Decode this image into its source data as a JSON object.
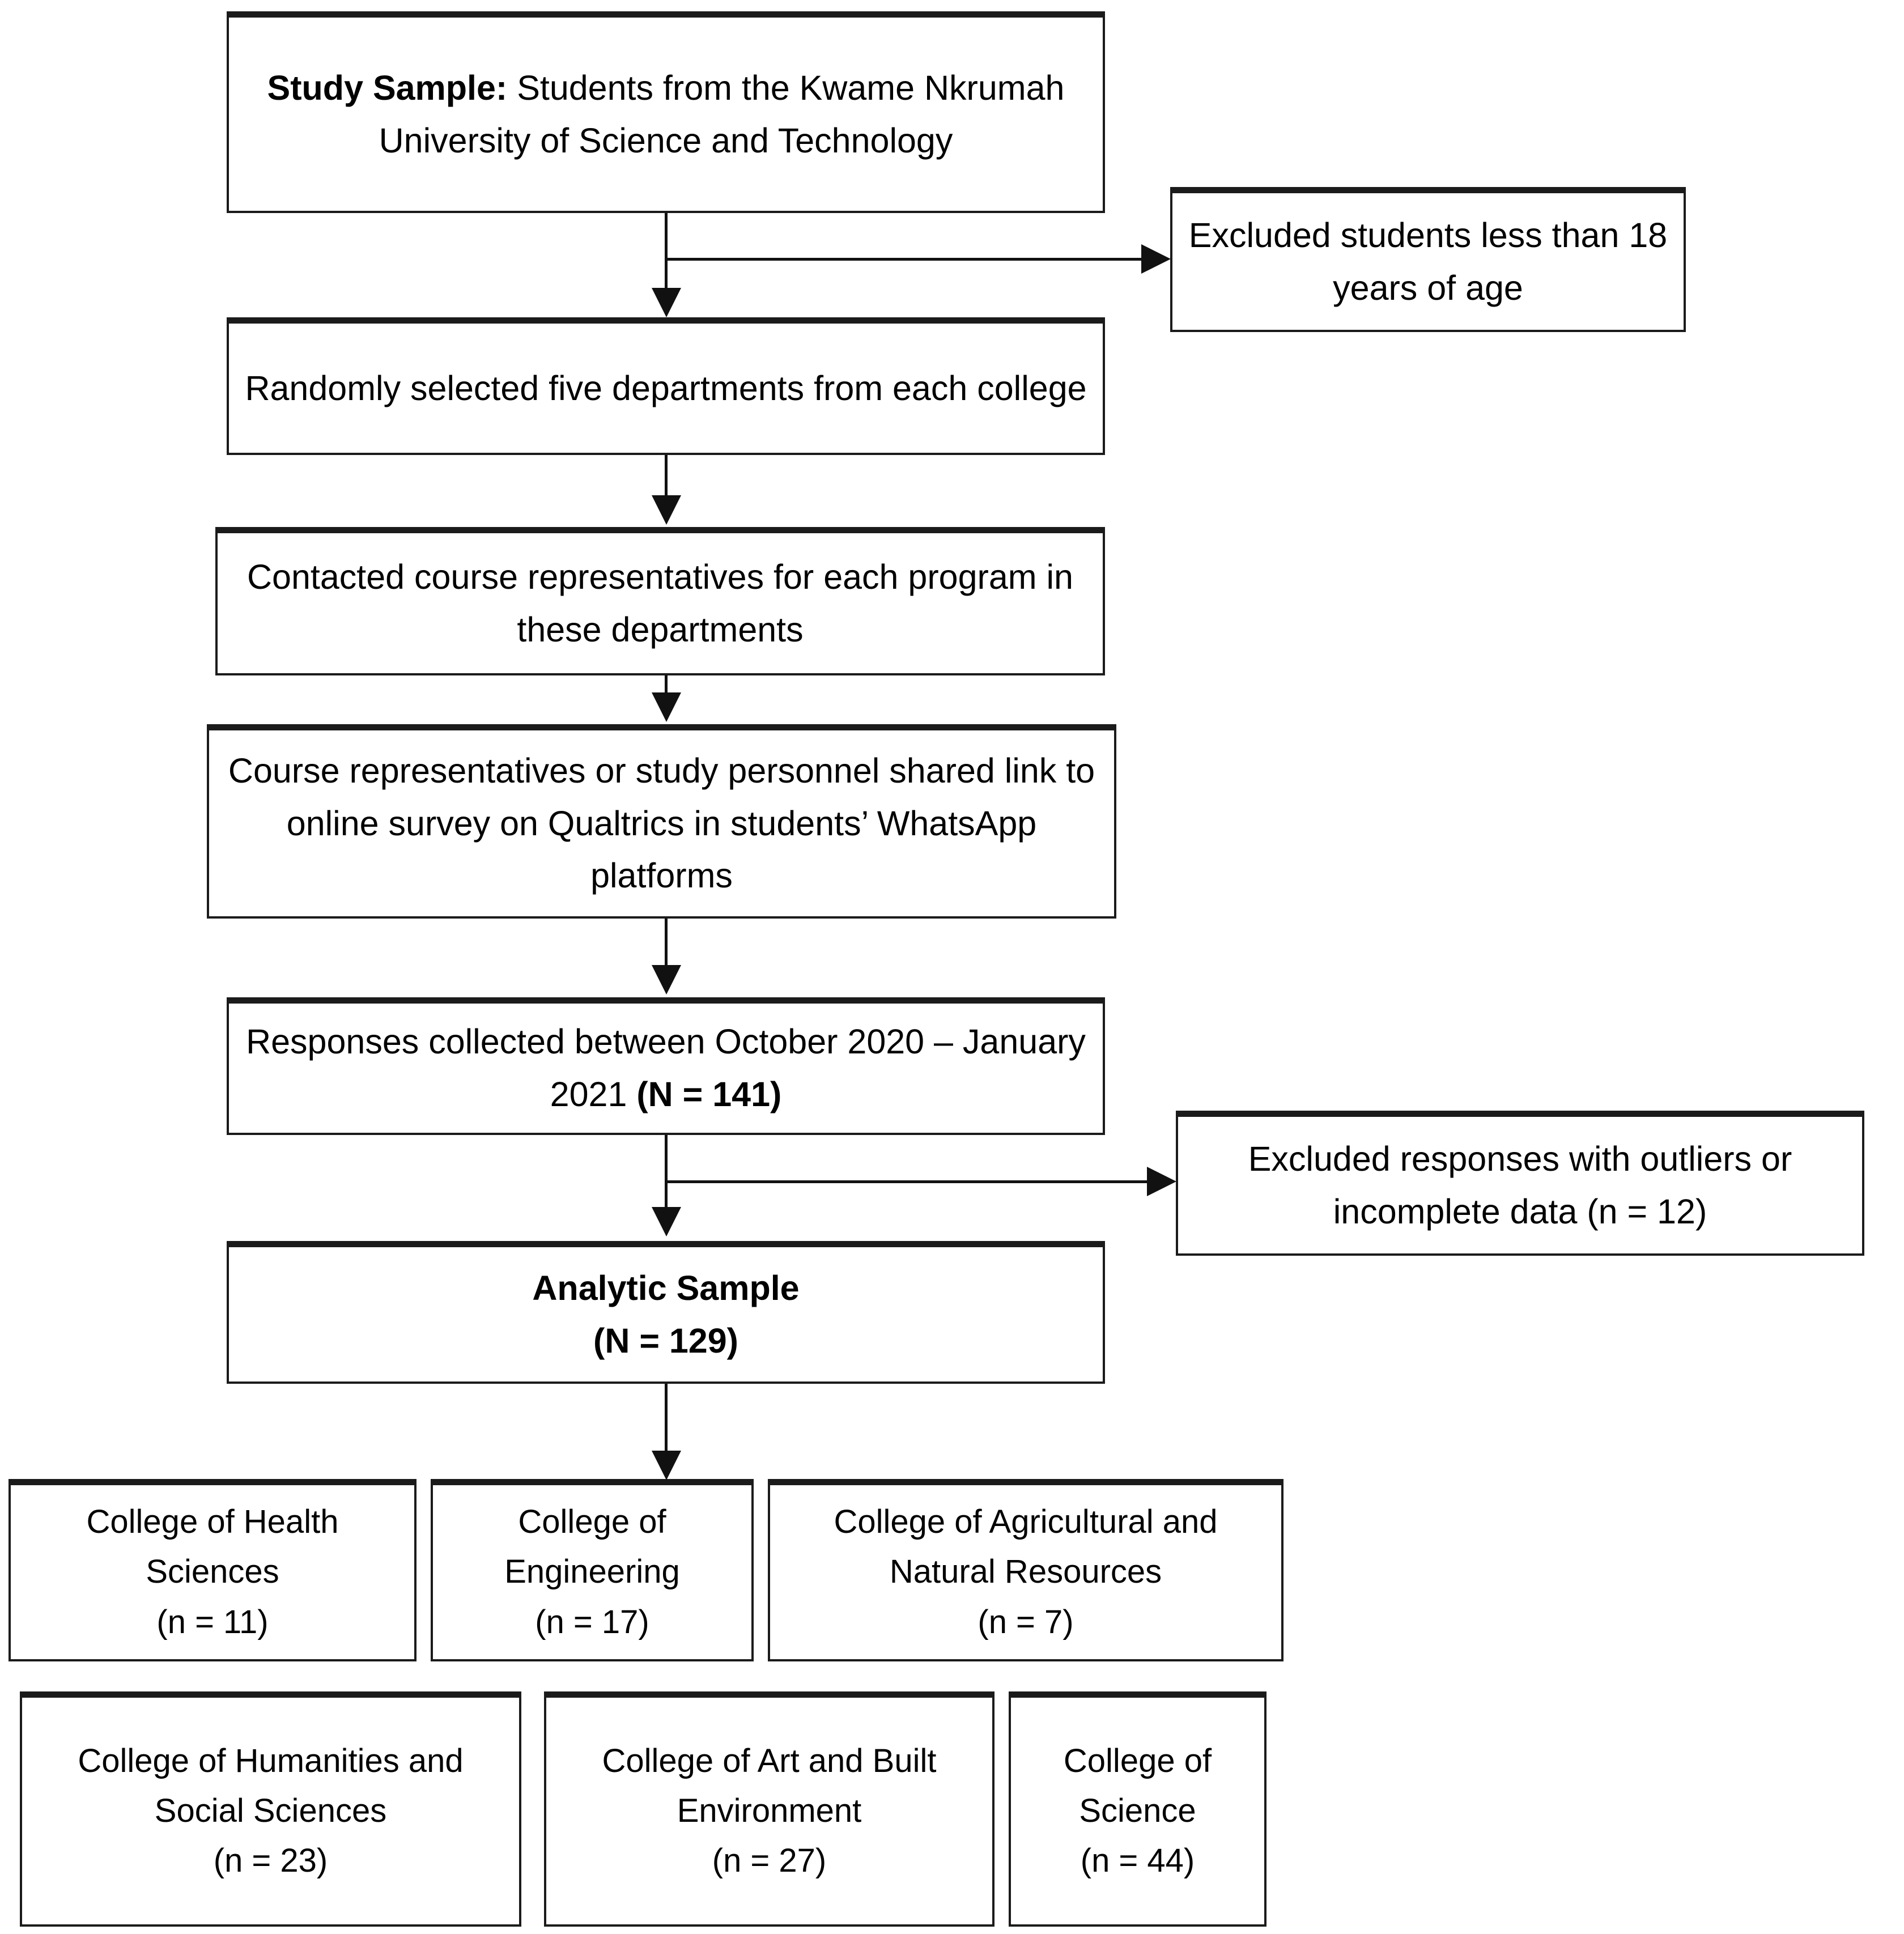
{
  "diagram": {
    "title": "Study sample flow diagram",
    "type": "flowchart",
    "colors": {
      "box_border": "#1b1b1b",
      "connector": "#111111",
      "background": "#ffffff",
      "text": "#000000"
    }
  },
  "nodes": {
    "study_sample": {
      "label_bold": "Study Sample:",
      "label_rest": " Students from the Kwame Nkrumah University of Science and Technology"
    },
    "random_departments": {
      "label": "Randomly selected five departments from each college"
    },
    "contacted_reps": {
      "label": "Contacted course representatives for each program in these departments"
    },
    "shared_link": {
      "label": "Course representatives or study personnel shared link to online survey on Qualtrics in students’ WhatsApp platforms"
    },
    "responses_collected": {
      "label_plain": "Responses collected between October 2020 – January 2021 ",
      "label_bold": "(N = 141)"
    },
    "analytic_sample": {
      "label_line1": "Analytic Sample",
      "label_line2": "(N = 129)"
    },
    "excluded_age": {
      "label": "Excluded students less than 18 years of age"
    },
    "excluded_outliers": {
      "label": "Excluded responses with outliers or incomplete data (n = 12)"
    }
  },
  "colleges": {
    "row1": [
      {
        "name": "College of Health Sciences",
        "count_label": "(n = 11)",
        "n": 11
      },
      {
        "name": "College of Engineering",
        "count_label": "(n = 17)",
        "n": 17
      },
      {
        "name": "College of Agricultural and Natural Resources",
        "count_label": "(n = 7)",
        "n": 7
      }
    ],
    "row2": [
      {
        "name": "College of Humanities and Social Sciences",
        "count_label": "(n = 23)",
        "n": 23
      },
      {
        "name": "College of Art and Built Environment",
        "count_label": "(n = 27)",
        "n": 27
      },
      {
        "name": "College of Science",
        "count_label": "(n = 44)",
        "n": 44
      }
    ]
  },
  "connectors": {
    "down_arrow_icon": "arrow-down-icon",
    "right_arrow_icon": "arrow-right-icon"
  }
}
